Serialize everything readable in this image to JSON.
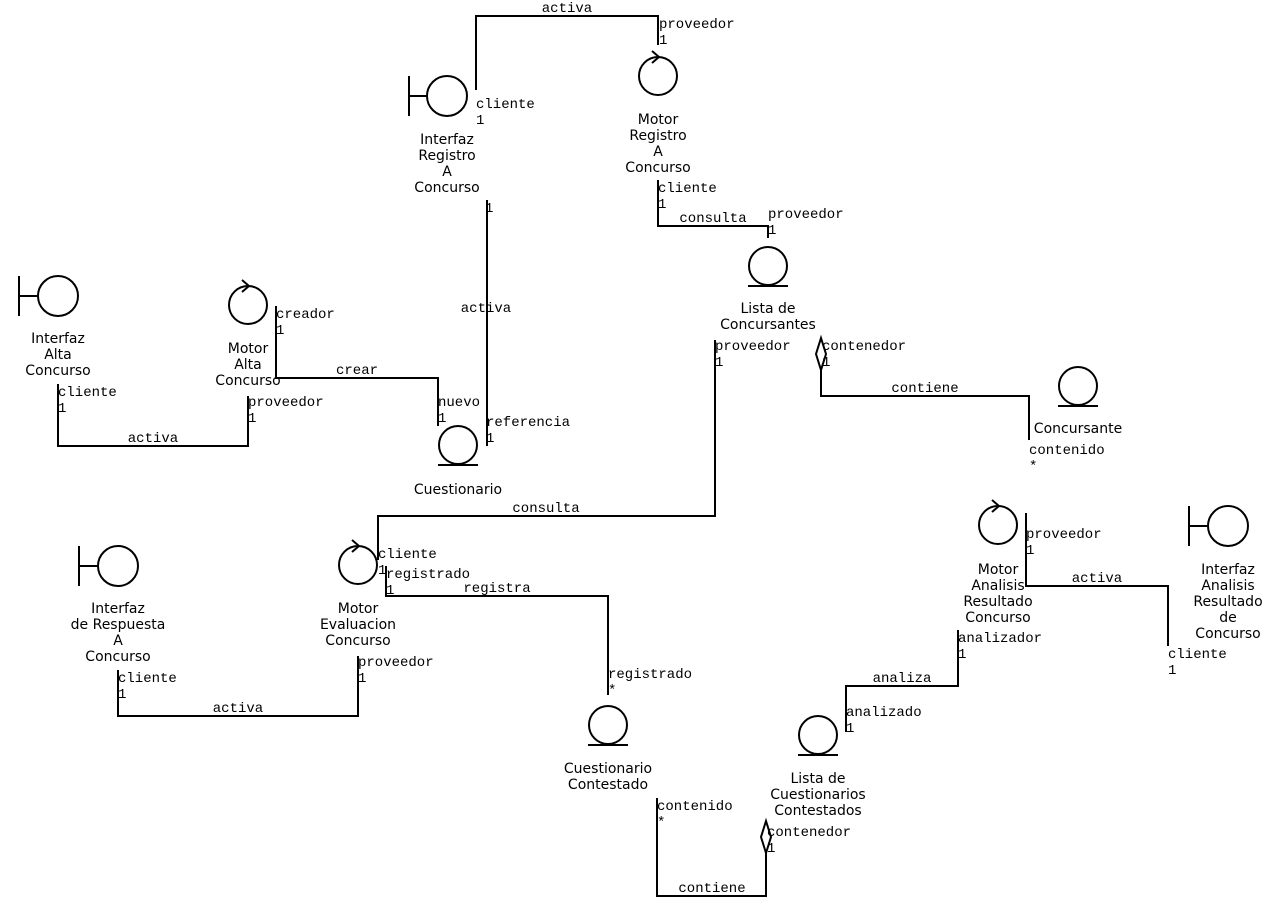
{
  "nodes": {
    "interfaz_registro": {
      "kind": "boundary",
      "name": [
        "Interfaz",
        "Registro",
        "A",
        "Concurso"
      ]
    },
    "motor_registro": {
      "kind": "control",
      "name": [
        "Motor",
        "Registro",
        "A",
        "Concurso"
      ]
    },
    "lista_concursantes": {
      "kind": "entity",
      "name": [
        "Lista de",
        "Concursantes"
      ]
    },
    "concursante": {
      "kind": "entity",
      "name": [
        "Concursante"
      ]
    },
    "interfaz_alta": {
      "kind": "boundary",
      "name": [
        "Interfaz",
        "Alta",
        "Concurso"
      ]
    },
    "motor_alta": {
      "kind": "control",
      "name": [
        "Motor",
        "Alta",
        "Concurso"
      ]
    },
    "cuestionario": {
      "kind": "entity",
      "name": [
        "Cuestionario"
      ]
    },
    "motor_evaluacion": {
      "kind": "control",
      "name": [
        "Motor",
        "Evaluacion",
        "Concurso"
      ]
    },
    "interfaz_respuesta": {
      "kind": "boundary",
      "name": [
        "Interfaz",
        "de Respuesta",
        "A",
        "Concurso"
      ]
    },
    "cuestionario_contestado": {
      "kind": "entity",
      "name": [
        "Cuestionario",
        "Contestado"
      ]
    },
    "lista_cuestionarios": {
      "kind": "entity",
      "name": [
        "Lista de",
        "Cuestionarios",
        "Contestados"
      ]
    },
    "motor_analisis": {
      "kind": "control",
      "name": [
        "Motor",
        "Analisis",
        "Resultado",
        "Concurso"
      ]
    },
    "interfaz_analisis": {
      "kind": "boundary",
      "name": [
        "Interfaz",
        "Analisis",
        "Resultado",
        "de",
        "Concurso"
      ]
    }
  },
  "associations": {
    "reg_activa": {
      "label": "activa",
      "roles": [
        "cliente",
        "proveedor"
      ],
      "mult": [
        "1",
        "1"
      ]
    },
    "reg_activa_cuest": {
      "label": "activa",
      "roles": [
        "",
        "referencia"
      ],
      "mult": [
        "1",
        "1"
      ]
    },
    "reg_consulta": {
      "label": "consulta",
      "roles": [
        "cliente",
        "proveedor"
      ],
      "mult": [
        "1",
        "1"
      ]
    },
    "conc_contiene": {
      "label": "contiene",
      "roles": [
        "contenedor",
        "contenido"
      ],
      "mult": [
        "1",
        "*"
      ]
    },
    "alta_activa": {
      "label": "activa",
      "roles": [
        "cliente",
        "proveedor"
      ],
      "mult": [
        "1",
        "1"
      ]
    },
    "alta_crear": {
      "label": "crear",
      "roles": [
        "creador",
        "nuevo"
      ],
      "mult": [
        "1",
        "1"
      ]
    },
    "eval_consulta": {
      "label": "consulta",
      "roles": [
        "proveedor",
        "cliente"
      ],
      "mult": [
        "1",
        "1"
      ]
    },
    "eval_registra": {
      "label": "registra",
      "roles": [
        "registrado",
        "registrado"
      ],
      "mult": [
        "1",
        "*"
      ]
    },
    "resp_activa": {
      "label": "activa",
      "roles": [
        "cliente",
        "proveedor"
      ],
      "mult": [
        "1",
        "1"
      ]
    },
    "cc_contiene": {
      "label": "contiene",
      "roles": [
        "contenido",
        "contenedor"
      ],
      "mult": [
        "*",
        "1"
      ]
    },
    "an_analiza": {
      "label": "analiza",
      "roles": [
        "analizador",
        "analizado"
      ],
      "mult": [
        "1",
        "1"
      ]
    },
    "an_activa": {
      "label": "activa",
      "roles": [
        "proveedor",
        "cliente"
      ],
      "mult": [
        "1",
        "1"
      ]
    }
  }
}
